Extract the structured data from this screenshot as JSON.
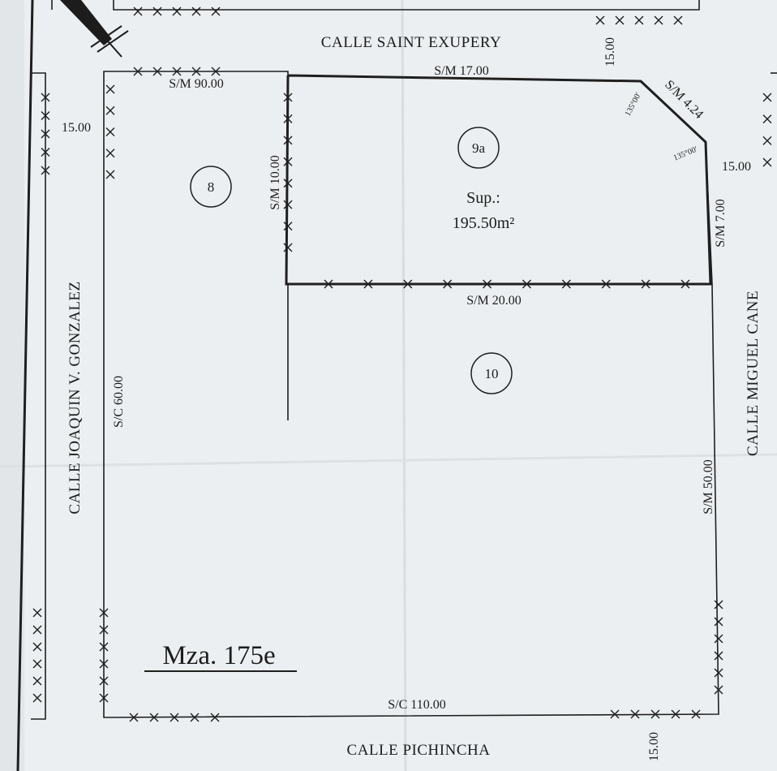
{
  "streets": {
    "north": "CALLE SAINT EXUPERY",
    "south": "CALLE PICHINCHA",
    "west": "CALLE JOAQUIN V. GONZALEZ",
    "east": "CALLE MIGUEL CANE"
  },
  "street_widths": {
    "north_right": "15.00",
    "west": "15.00",
    "east": "15.00",
    "south_right": "15.00"
  },
  "block_label": "Mza. 175e",
  "lots": [
    {
      "number": "8"
    },
    {
      "number": "9a",
      "area_label": "Sup.:",
      "area_value": "195.50m²"
    },
    {
      "number": "10"
    }
  ],
  "dimensions": {
    "north_block": "S/M 90.00",
    "north_lot": "S/M 17.00",
    "chamfer": "S/M 4.24",
    "lot_east": "S/M 7.00",
    "lot_west": "S/M 10.00",
    "lot_south": "S/M 20.00",
    "west_block": "S/C 60.00",
    "east_block": "S/M 50.00",
    "south_block": "S/C 110.00"
  },
  "angles": [
    "135°00'",
    "135°00'"
  ],
  "colors": {
    "paper": "#eceff1",
    "ink": "#1f1f1f"
  }
}
